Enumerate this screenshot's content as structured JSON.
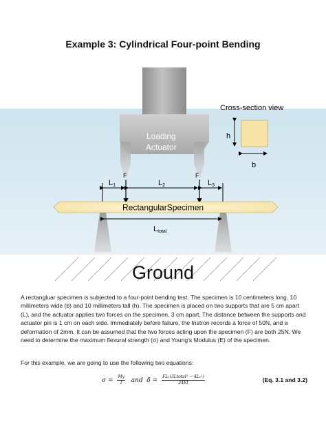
{
  "title": "Example 3: Cylindrical Four-point Bending",
  "figure": {
    "actuator_label_line1": "Loading",
    "actuator_label_line2": "Actuator",
    "force_left": "F",
    "force_right": "F",
    "span_l1": "L1",
    "span_l2": "L2",
    "span_l3": "L3",
    "specimen_label": "RectangularSpecimen",
    "total_length_label": "Ltotal",
    "cross_section_title": "Cross-section view",
    "height_label": "h",
    "width_label": "b",
    "ground_label": "Ground",
    "colors": {
      "water": "#cfe4ef",
      "actuator_top": "#a8a8a8",
      "actuator_body": "#c4c4c4",
      "specimen": "#fcf0c6",
      "cross_section": "#f7e3a6"
    }
  },
  "paragraph": "A rectangluar specimen is subjected to a four-point bending test.  The specimen is 10 centimeters long, 10 millimeters  wide (b) and 10 millimeters tall (h).  The specimen is placed on two supports that are 5 cm apart (L), and the actuator applies two forces on the specimen, 3 cm apart.  The distance between the supports and actuator pin is 1 cm on each side.  Immediately before failure, the Instron records a force of 50N, and a deformation of 2mm.  It can be assumed that the two forces acting upon the specimen (F) are both 25N.  We need to determine the maximum flexural strength (σ) and Young's Modulus (E) of the specimen.",
  "intro": "For this example, we are going to use the following two equations:",
  "equations": {
    "sigma_lhs": "σ =",
    "sigma_num": "My",
    "sigma_den": "I",
    "joiner": "and",
    "delta_lhs": "δ =",
    "delta_num": "FL₁(3Ltotal² − 4L₁²)",
    "delta_den": "24EI",
    "label": "(Eq. 3.1 and 3.2)"
  }
}
